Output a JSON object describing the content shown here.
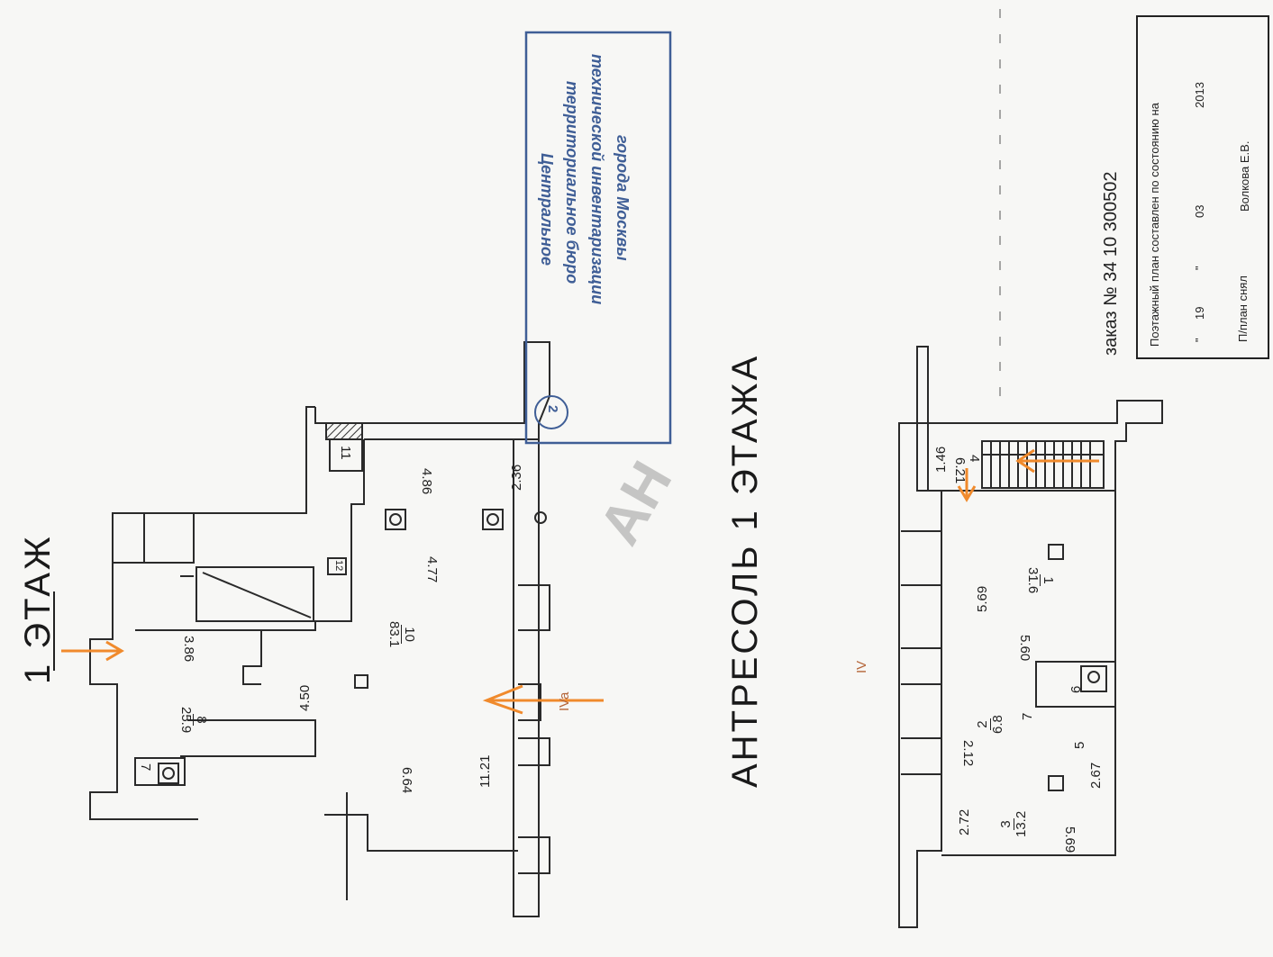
{
  "floor_title": "1 ЭТАЖ",
  "mezzanine_title": "АНТРЕСОЛЬ 1 ЭТАЖА",
  "order": "заказ № 34 10 300502",
  "plan_info": {
    "line1": "Поэтажный план составлен по состоянию на",
    "date_prefix": "\"",
    "day": "19",
    "mid_quote": "\"",
    "month": "03",
    "year": "2013",
    "surveyor_label": "П/план снял",
    "surveyor_name": "Волкова Е.В."
  },
  "stamp": {
    "line1": "Центральное",
    "line2": "территориальное бюро",
    "line3": "технической инвентаризации",
    "line4": "города Москвы",
    "number": "2"
  },
  "watermark": "АН",
  "floor1": {
    "room10_num": "10",
    "room10_area": "83.1",
    "room8_num": "8",
    "room8_area": "25.9",
    "room7": "7",
    "room11": "11",
    "room12": "12",
    "dims": [
      "4.86",
      "2.36",
      "4.77",
      "3.86",
      "4.50",
      "6.64",
      "11.21"
    ],
    "entrance_label": "IVa"
  },
  "mezz": {
    "room1_num": "1",
    "room1_area": "31.6",
    "room2_num": "2",
    "room2_area": "6.8",
    "room3_num": "3",
    "room3_area": "13.2",
    "room4": "4",
    "room5": "5",
    "room6": "6",
    "room7": "7",
    "dims": [
      "1.46",
      "6.21",
      "5.69",
      "5.60",
      "2.12",
      "2.67",
      "2.72",
      "5.69"
    ],
    "section_label": "IV"
  },
  "colors": {
    "arrow": "#f08a2c",
    "stamp": "#3f5e96",
    "wall": "#2a2a2a"
  }
}
